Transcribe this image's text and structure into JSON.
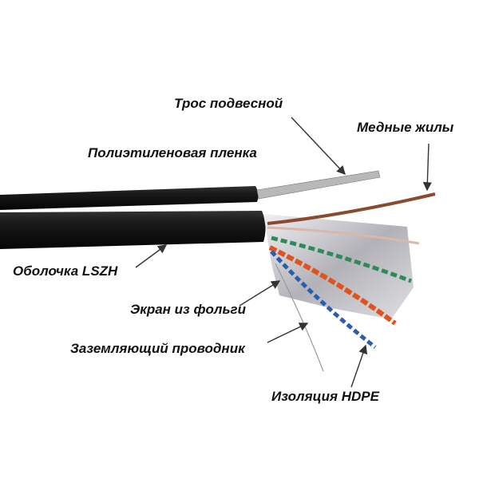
{
  "labels": {
    "messenger_wire": "Трос подвесной",
    "copper_cores": "Медные жилы",
    "polyethylene_film": "Полиэтиленовая пленка",
    "lszh_jacket": "Оболочка LSZH",
    "foil_shield": "Экран из фольги",
    "drain_wire": "Заземляющий проводник",
    "hdpe_insulation": "Изоляция HDPE"
  },
  "colors": {
    "jacket": "#141414",
    "steel": "#b8b8b8",
    "foil": "#c9c9cc",
    "pair_brown": "#8a4a2e",
    "pair_green": "#2f8a5a",
    "pair_orange": "#e0531f",
    "pair_blue": "#2a5db0",
    "arrow": "#333333"
  }
}
